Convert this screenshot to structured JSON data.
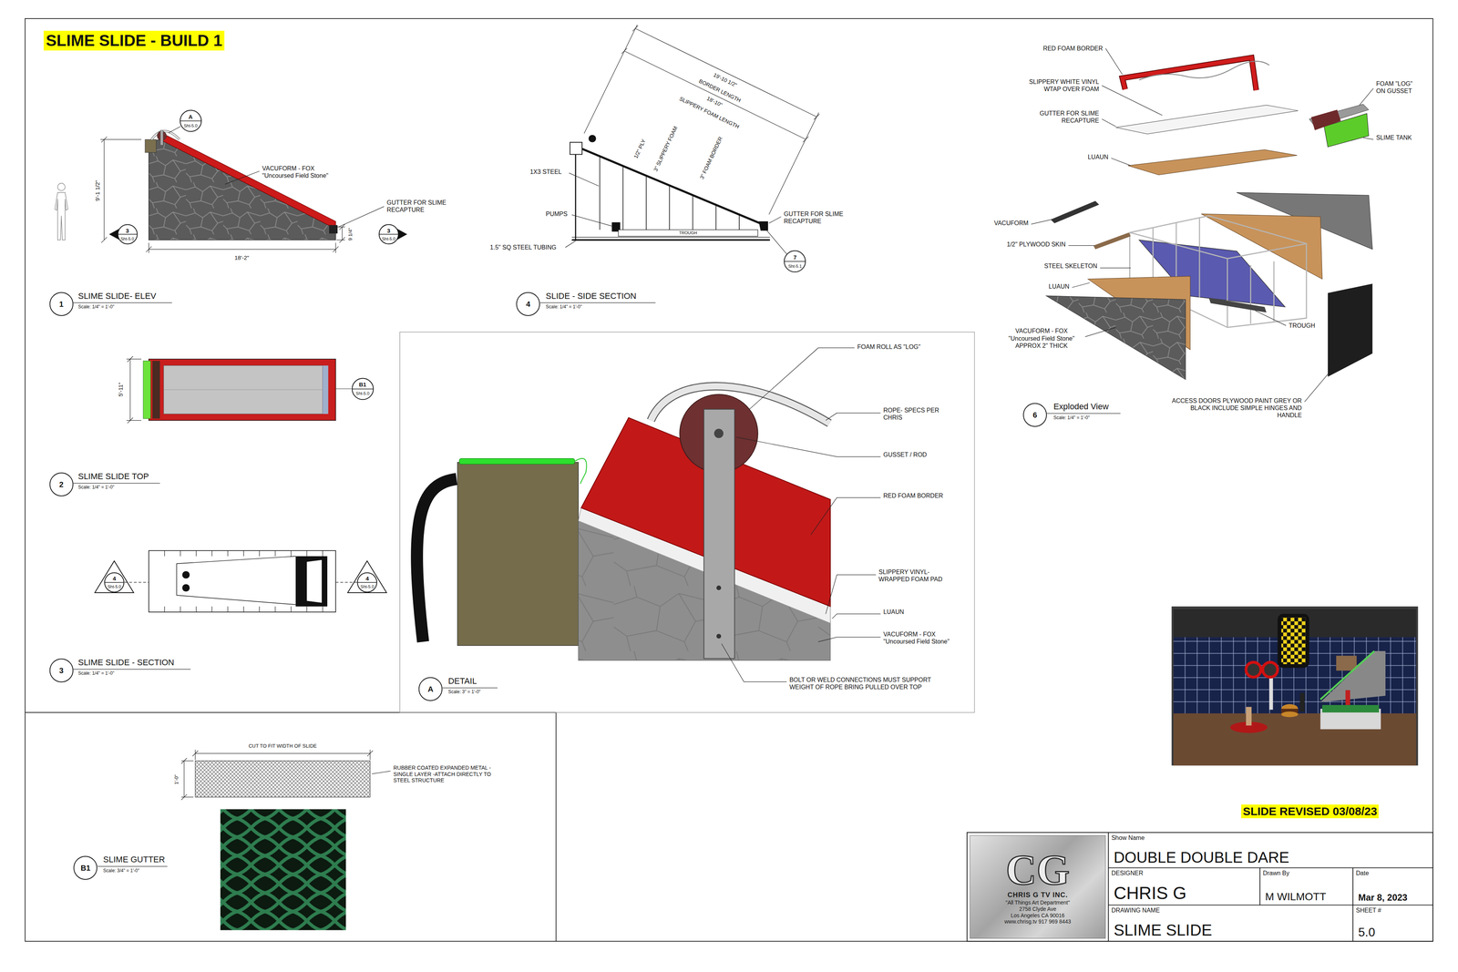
{
  "diagram": {
    "title": "SLIME SLIDE - BUILD 1",
    "nodes": [
      {
        "text": [
          "A",
          "Sht-5.0"
        ]
      },
      {
        "text": [
          "3",
          "Sht-5.0"
        ]
      },
      {
        "text": [
          "3",
          "Sht-5.0"
        ]
      },
      {
        "text": [
          "1"
        ]
      },
      {
        "text": [
          "B1",
          "Sht-5.0"
        ]
      },
      {
        "text": [
          "2"
        ]
      },
      {
        "text": [
          "4",
          "Sht-5.0"
        ]
      },
      {
        "text": [
          "4",
          "Sht-5.0"
        ]
      },
      {
        "text": [
          "3"
        ]
      },
      {
        "text": [
          "7",
          "Sht-5.1"
        ]
      },
      {
        "text": [
          "4"
        ]
      },
      {
        "text": [
          "A"
        ]
      },
      {
        "text": [
          "6"
        ]
      },
      {
        "text": [
          "B1"
        ]
      },
      {
        "text": [
          "CG",
          "CHRIS G TV INC.",
          "\"All Things Art Department\"",
          "2758 Clyde Ave",
          "Los Angeles CA 90016",
          "www.chrisg.tv 917 969 8443"
        ]
      },
      {
        "text": [
          "Show Name",
          "DOUBLE DOUBLE DARE"
        ]
      },
      {
        "text": [
          "DESIGNER",
          "CHRIS G"
        ]
      },
      {
        "text": [
          "Drawn By",
          "M WILMOTT"
        ]
      },
      {
        "text": [
          "Date",
          "Mar 8, 2023"
        ]
      },
      {
        "text": [
          "DRAWING NAME",
          "SLIME SLIDE"
        ]
      },
      {
        "text": [
          "SHEET #",
          "5.0"
        ]
      }
    ],
    "labels": [
      "9'-1 1/2\"",
      "VACUFORM - FOX \"Uncoursed Field Stone\"",
      "GUTTER FOR SLIME RECAPTURE",
      "18'-2\"",
      "9 1/4\"",
      "SLIME SLIDE- ELEV",
      "Scale: 1/4\" = 1'-0\"",
      "5'-11\"",
      "SLIME SLIDE TOP",
      "Scale: 1/4\" = 1'-0\"",
      "SLIME SLIDE - SECTION",
      "Scale: 1/4\" = 1'-0\"",
      "19'-10 1/2\"",
      "BORDER LENGTH",
      "18'-10\"",
      "SLIPPERY FOAM LENGTH",
      "1/2\" PLY",
      "3\" SLIPPERY FOAM",
      "3\" FOAM BORDER",
      "1X3 STEEL",
      "PUMPS",
      "TROUGH",
      "1.5\" SQ STEEL TUBING",
      "GUTTER FOR SLIME RECAPTURE",
      "SLIDE - SIDE SECTION",
      "Scale: 1/4\" = 1'-0\"",
      "FOAM ROLL AS \"LOG\"",
      "ROPE- SPECS PER CHRIS",
      "GUSSET / ROD",
      "RED FOAM BORDER",
      "SLIPPERY VINYL-WRAPPED FOAM PAD",
      "LUAUN",
      "VACUFORM - FOX \"Uncoursed Field Stone\"",
      "BOLT OR WELD CONNECTIONS MUST SUPPORT WEIGHT OF ROPE BRING PULLED OVER TOP",
      "DETAIL",
      "Scale: 3\" = 1'-0\"",
      "RED FOAM BORDER",
      "SLIPPERY WHITE VINYL WTAP OVER FOAM",
      "GUTTER FOR SLIME RECAPTURE",
      "LUAUN",
      "FOAM \"LOG\" ON GUSSET",
      "SLIME TANK",
      "VACUFORM",
      "1/2\" PLYWOOD SKIN",
      "STEEL SKELETON",
      "LUAUN",
      "TROUGH",
      "VACUFORM - FOX \"Uncoursed Field Stone\" APPROX 2\" THICK",
      "ACCESS DOORS PLYWOOD PAINT GREY OR BLACK INCLUDE SIMPLE HINGES AND HANDLE",
      "Exploded View",
      "Scale: 1/4\" = 1'-0\"",
      "CUT TO FIT WIDTH OF SLIDE",
      "1'-0\"",
      "RUBBER COATED EXPANDED METAL -SINGLE LAYER -ATTACH DIRECTLY TO STEEL STRUCTURE",
      "SLIME GUTTER",
      "Scale: 3/4\" = 1'-0\"",
      "SLIDE REVISED 03/08/23"
    ]
  }
}
